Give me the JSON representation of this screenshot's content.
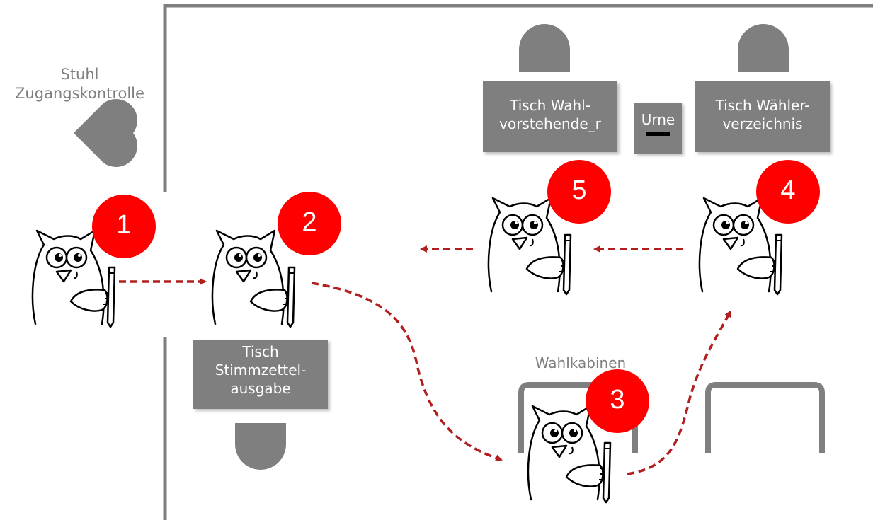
{
  "labels": {
    "chair_access": [
      "Stuhl",
      "Zugangskontrolle"
    ],
    "table_ballot": [
      "Tisch",
      "Stimmzettel-",
      "ausgabe"
    ],
    "table_board": [
      "Tisch Wahl-",
      "vorstehende_r"
    ],
    "urn": "Urne",
    "table_register": [
      "Tisch Wähler-",
      "verzeichnis"
    ],
    "booths": "Wahlkabinen"
  },
  "steps": [
    "1",
    "2",
    "3",
    "4",
    "5"
  ],
  "colors": {
    "wall": "#7f7f7f",
    "furniture": "#7f7f7f",
    "badge": "#ff0000",
    "path": "#b01e1e"
  }
}
